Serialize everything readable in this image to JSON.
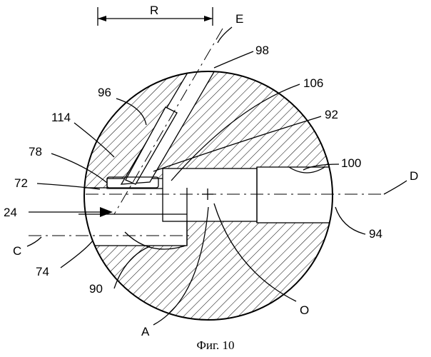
{
  "caption": "Фиг. 10",
  "dimension": {
    "label": "R"
  },
  "labels": {
    "E": "E",
    "n98": "98",
    "n96": "96",
    "n106": "106",
    "n114": "114",
    "n92": "92",
    "n78": "78",
    "n72": "72",
    "n100": "100",
    "D": "D",
    "n24": "24",
    "n94": "94",
    "C": "C",
    "n74": "74",
    "n90": "90",
    "O": "O",
    "A": "A"
  }
}
